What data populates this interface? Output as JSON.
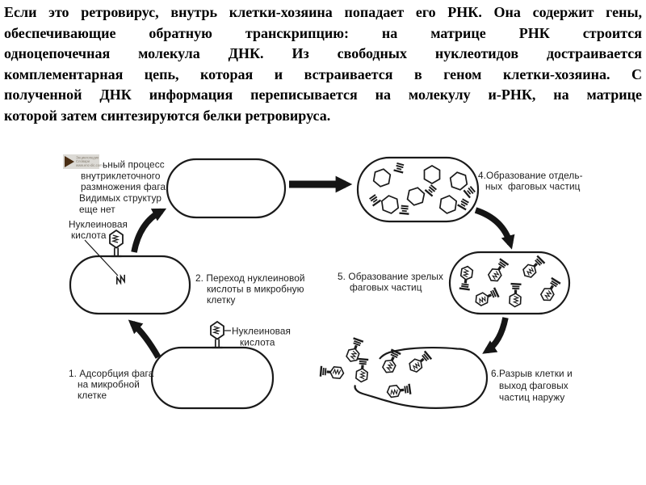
{
  "page": {
    "background": "#ffffff",
    "ink_color": "#1b1b1b"
  },
  "paragraph": {
    "lines": [
      "Если это ретровирус, внутрь клетки-хозяина попадает его РНК. Она содержит гены,",
      "обеспечивающие обратную транскрипцию: на матрице РНК строится",
      "одноцепочечная молекула ДНК. Из свободных нуклеотидов достраивается",
      "комплементарная цепь, которая и встраивается в геном клетки-хозяина. С",
      "полученной ДНК информация переписывается на молекулу и-РНК, на матрице",
      "которой затем синтезируются белки ретровируса."
    ]
  },
  "diagram": {
    "watermark": {
      "box_color": "#dcdad5",
      "triangle_color": "#4a2e14",
      "lines": [
        "Энциклопедия",
        "Словари",
        "www.enc-dic.com"
      ]
    },
    "labels": {
      "stage1": {
        "lines": [
          "1. Адсорбция фага",
          "на микробной",
          "клетке"
        ]
      },
      "stage2": {
        "lines": [
          "2. Переход нуклеиновой",
          "кислоты в микробную",
          "клетку"
        ]
      },
      "stage3": {
        "lines": [
          "ьный процесс",
          "внутриклеточного",
          "размножения фага",
          "Видимых структур",
          "еще нет"
        ]
      },
      "stage4": {
        "lines": [
          "4.Образование отдель-",
          "ных  фаговых частиц"
        ]
      },
      "stage5": {
        "lines": [
          "5. Образование зрелых",
          "фаговых частиц"
        ]
      },
      "stage6": {
        "lines": [
          "6.Разрыв клетки и",
          "выход фаговых",
          "частиц наружу"
        ]
      },
      "nucleic_acid_top": {
        "lines": [
          "Нуклеиновая",
          "кислота"
        ]
      },
      "nucleic_acid_bottom": {
        "lines": [
          "Нуклеиновая",
          "кислота"
        ]
      }
    }
  }
}
